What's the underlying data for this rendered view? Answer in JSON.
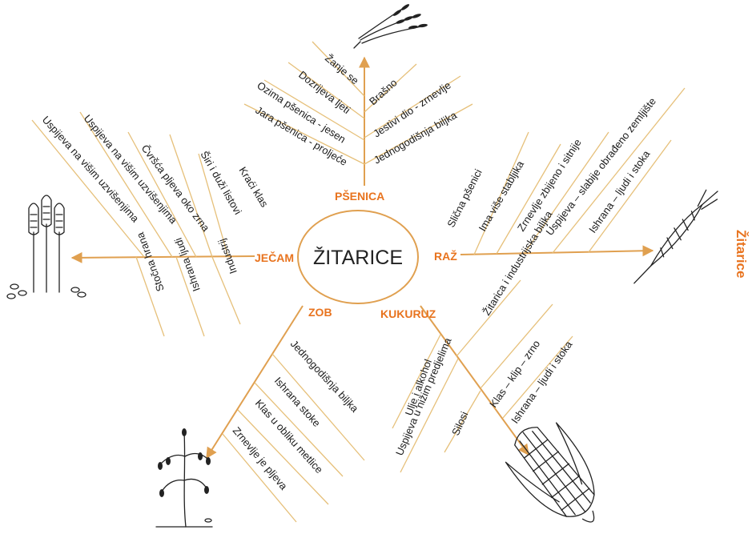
{
  "diagram": {
    "center_title": "ŽITARICE",
    "side_title": "Žitarice",
    "colors": {
      "accent": "#e8731e",
      "line": "#e0a050",
      "branch": "#e6c07a",
      "text": "#1a1a1a"
    },
    "categories": {
      "psenica": {
        "name": "PŠENICA",
        "left_items": [
          "Žanje se",
          "Dozrijeva ljeti",
          "Ozima pšenica - jesen",
          "Jara pšenica - proljeće"
        ],
        "right_items": [
          "Brašno",
          "Jestivi dio - zrnevlje",
          "Jednogodišnja biljka"
        ]
      },
      "jecam": {
        "name": "JEČAM",
        "upper_items": [
          "Kraći klas",
          "Širi i duži listovi",
          "Čvršća pljeva oko zrna",
          "Uspijeva na višim uzvišenjima",
          "Uspijeva na višim uzvišenjima"
        ],
        "lower_items": [
          "Industrij",
          "Ishrana ljudi",
          "Stočna hrana"
        ]
      },
      "raz": {
        "name": "RAŽ",
        "items": [
          "Slična pšenici",
          "Ima više stabljika",
          "Zrnevlje zbijeno i sitnije",
          "Uspijeva – slabije obrađeno zemljište",
          "Ishrana – ljudi i stoka"
        ]
      },
      "zob": {
        "name": "ZOB",
        "items": [
          "Jednogodišnja biljka",
          "Ishrana stoke",
          "Klas u obliku metlice",
          "Zrnevlje je pljeva"
        ]
      },
      "kukuruz": {
        "name": "KUKURUZ",
        "left_items": [
          "Ulje i alkohol",
          "Uspijeva u nižim predjelima",
          "Silosi"
        ],
        "right_items": [
          "Žitarica i industrijska biljka",
          "Klas – klip – zrno",
          "Ishrana – ljudi i stoka"
        ]
      }
    }
  }
}
